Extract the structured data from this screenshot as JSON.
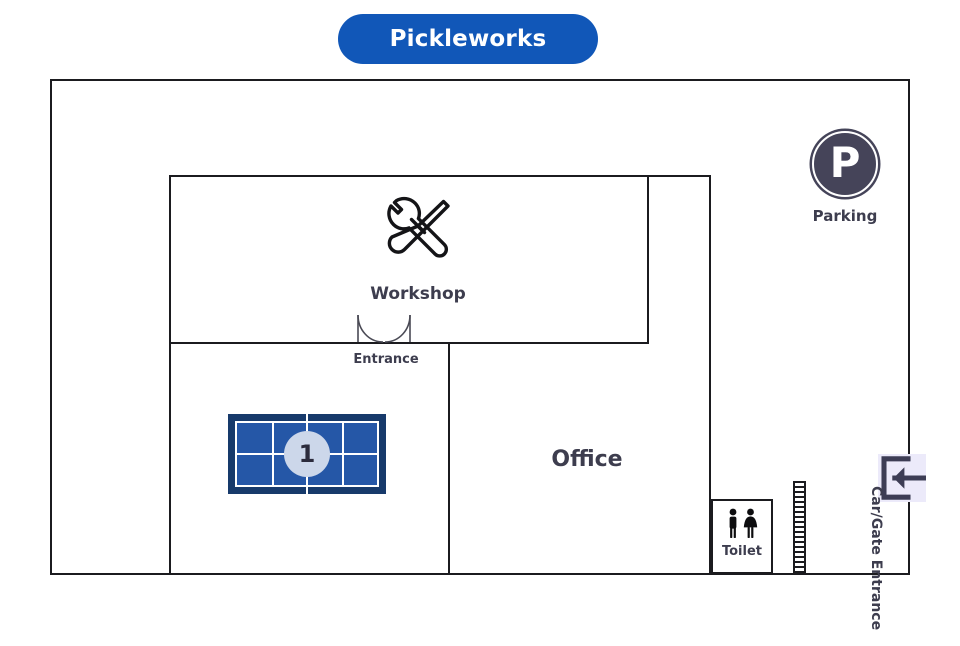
{
  "header": {
    "title": "Pickleworks",
    "banner_color": "#1157b8",
    "text_color": "#ffffff"
  },
  "theme": {
    "wall_color": "#1b1b1f",
    "label_color": "#3d3d4e",
    "court_border": "#173a6b",
    "court_surface": "#2557a7",
    "court_line": "#ffffff",
    "court_badge_bg": "#ccd7ea",
    "marker_fill": "#454459",
    "gate_bg": "#eceafa",
    "background": "#ffffff"
  },
  "floorplan": {
    "rooms": [
      {
        "id": "workshop",
        "label": "Workshop",
        "icon": "tools-icon"
      },
      {
        "id": "office",
        "label": "Office"
      },
      {
        "id": "toilet",
        "label": "Toilet",
        "icon": "restroom-icon"
      }
    ],
    "markers": [
      {
        "id": "parking",
        "label": "Parking",
        "icon": "parking-p-icon",
        "glyph": "P"
      },
      {
        "id": "entrance",
        "label": "Entrance",
        "icon": "double-door-icon"
      },
      {
        "id": "gate",
        "label": "Car/Gate Entrance",
        "icon": "enter-arrow-icon"
      },
      {
        "id": "stairs",
        "label": "",
        "icon": "stairs-icon"
      }
    ],
    "courts": [
      {
        "id": "court-1",
        "number": "1",
        "type": "pickleball"
      }
    ]
  }
}
